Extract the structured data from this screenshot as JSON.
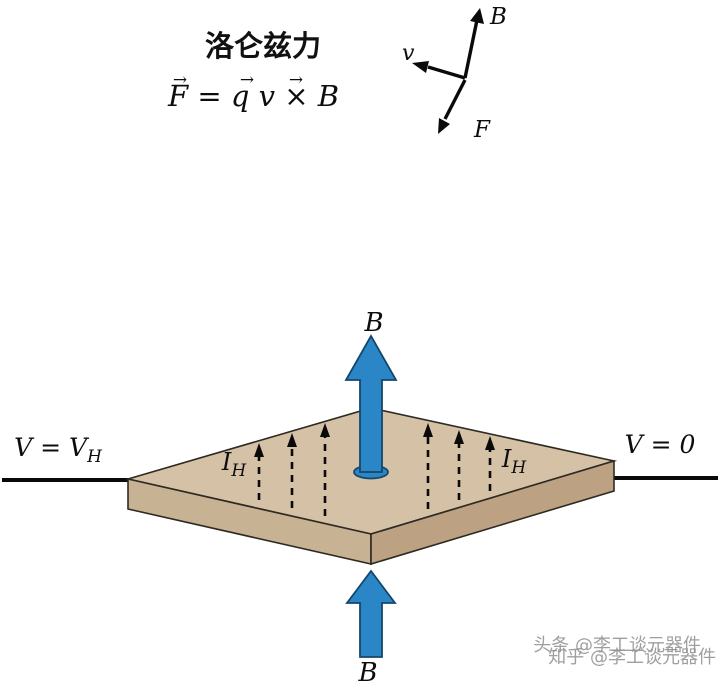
{
  "header": {
    "title": "洛仑兹力",
    "formula": {
      "f": "F",
      "eq": " = q ",
      "v": "v",
      "times": " × ",
      "b": "B"
    },
    "vec_arrow": "→"
  },
  "vector_diagram": {
    "b_label": "B",
    "v_label": "v",
    "f_label": "F"
  },
  "slab": {
    "b_top_label": "B",
    "b_bottom_label": "B",
    "hall_current_main": "I",
    "hall_current_sub": "H",
    "left_terminal_main": "V = V",
    "left_terminal_sub": "H",
    "right_terminal": "V = 0"
  },
  "watermark": {
    "line1": "头条 @李工谈元器件",
    "line2": "知乎 @李工谈元器件"
  },
  "colors": {
    "arrow_blue": "#2b86c7",
    "slab_top": "#d5c1a5",
    "slab_left": "#c8b294",
    "slab_right": "#bca183"
  }
}
